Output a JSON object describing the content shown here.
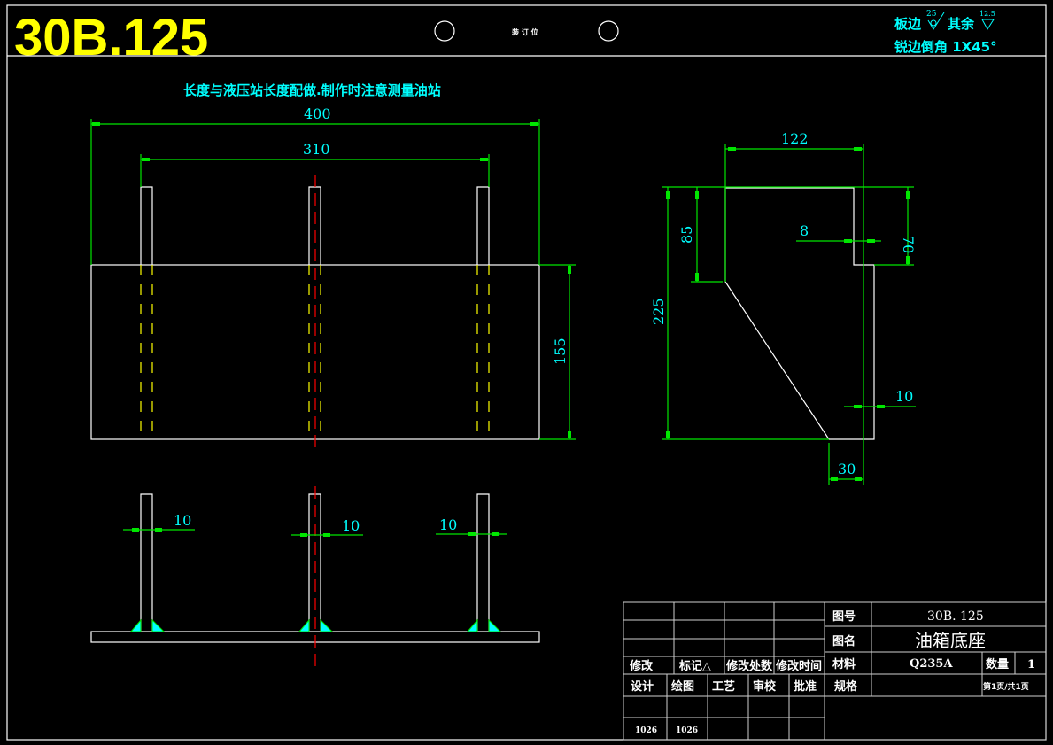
{
  "drawing": {
    "number_large": "30B.125",
    "binding_label": "装 订 位",
    "surface_note_edge": "板边",
    "surface_value_edge": "25",
    "surface_note_rest": "其余",
    "surface_value_rest": "12.5",
    "chamfer_note": "锐边倒角 1X45°",
    "general_note": "长度与液压站长度配做.制作时注意测量油站"
  },
  "dimensions": {
    "front_overall_width": "400",
    "front_rib_span": "310",
    "front_height": "155",
    "side_top_width": "122",
    "side_notch_depth": "85",
    "side_plate_thickness": "8",
    "side_step_height": "70",
    "side_total_height": "225",
    "side_rib_thickness": "10",
    "side_bottom_offset": "30",
    "bottom_rib_left": "10",
    "bottom_rib_center": "10",
    "bottom_rib_right": "10"
  },
  "title_block": {
    "revision_headers": [
      "修改",
      "标记△",
      "修改处数",
      "修改时间"
    ],
    "sign_headers": [
      "设计",
      "绘图",
      "工艺",
      "审校",
      "批准"
    ],
    "sign_dates": [
      "1026",
      "1026",
      "",
      "",
      ""
    ],
    "drawing_no_label": "图号",
    "drawing_no": "30B. 125",
    "drawing_name_label": "图名",
    "drawing_name": "油箱底座",
    "material_label": "材料",
    "material": "Q235A",
    "quantity_label": "数量",
    "quantity": "1",
    "spec_label": "规格",
    "spec": "",
    "page_info": "第1页/共1页"
  },
  "colors": {
    "outline": "#ffffff",
    "dimension": "#00e600",
    "text": "#00ffff",
    "title": "#ffff00",
    "hidden": "#ffff00",
    "centerline": "#ff0000"
  }
}
